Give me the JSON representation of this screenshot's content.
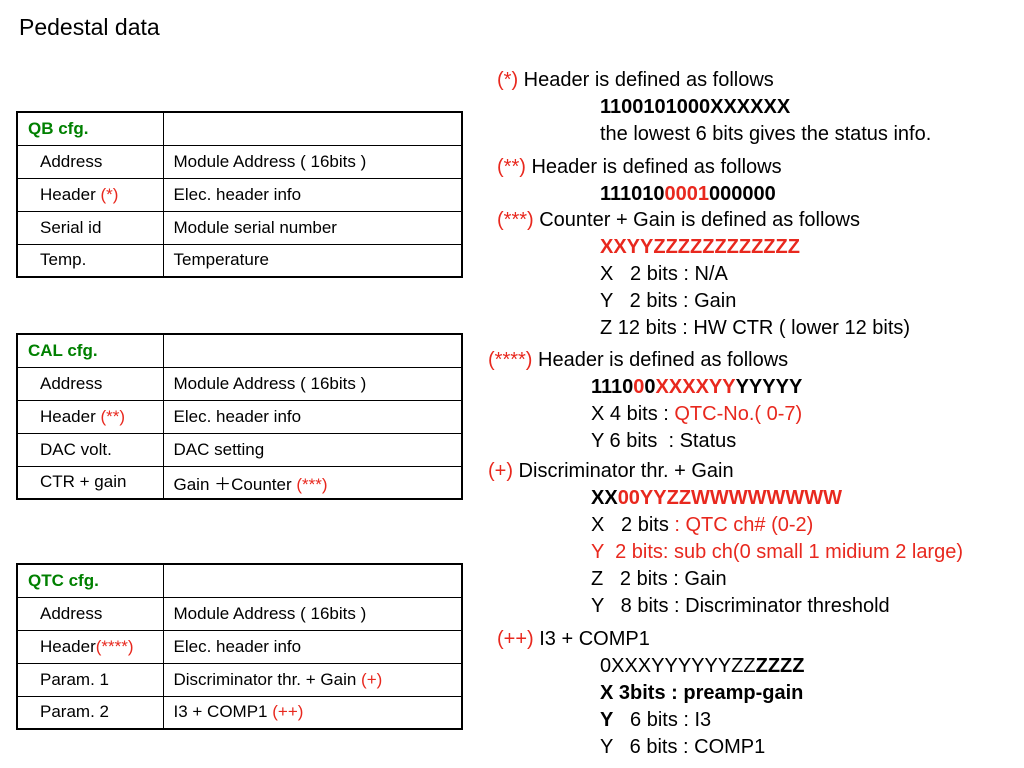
{
  "title": "Pedestal data",
  "tables": {
    "qb": {
      "header": "QB cfg.",
      "rows": [
        {
          "name": "Address",
          "desc": "Module Address ( 16bits )"
        },
        {
          "name": "Header ",
          "name_mark": "(*)",
          "desc": "Elec. header info"
        },
        {
          "name": "Serial id",
          "desc": "Module serial number"
        },
        {
          "name": "Temp.",
          "desc": "Temperature"
        }
      ]
    },
    "cal": {
      "header": "CAL cfg.",
      "rows": [
        {
          "name": "Address",
          "desc": "Module Address ( 16bits )"
        },
        {
          "name": "Header ",
          "name_mark": "(**)",
          "desc": "Elec. header info"
        },
        {
          "name": "DAC volt.",
          "desc": "DAC setting"
        },
        {
          "name": "CTR + gain",
          "desc": "Gain ＋Counter ",
          "desc_mark": "(***)"
        }
      ]
    },
    "qtc": {
      "header": "QTC cfg.",
      "rows": [
        {
          "name": "Header",
          "name_mark": "(****)",
          "desc": "Elec. header info"
        },
        {
          "name": "Param. 1",
          "desc": "Discriminator thr. + Gain  ",
          "desc_mark": "(+)"
        },
        {
          "name": "Param. 2",
          "desc": "I3 + COMP1 ",
          "desc_mark": "(++)"
        }
      ],
      "address_name": "Address",
      "address_desc": "Module Address ( 16bits )"
    }
  },
  "notes": {
    "n1": {
      "mark": "(*)",
      "text": " Header is defined as follows",
      "code": "1100101000XXXXXX",
      "detail": "the lowest 6 bits gives the status info."
    },
    "n2": {
      "mark": "(**)",
      "text": " Header is defined as follows",
      "code_a": "111010",
      "code_b": "0001",
      "code_c": "000000"
    },
    "n3": {
      "mark": "(***)",
      "text": " Counter + Gain is defined as follows",
      "code": "XXYYZZZZZZZZZZZZ",
      "lines": [
        "X   2 bits : N/A",
        "Y   2 bits : Gain",
        "Z 12 bits : HW CTR ( lower 12 bits)"
      ]
    },
    "n4": {
      "mark": "(****)",
      "text": " Header is defined as follows",
      "code_a": "1110",
      "code_b": "0",
      "code_c": "0",
      "code_d": "XXXXYY",
      "code_e": "YYYYY",
      "x_label": "X 4 bits : ",
      "x_value": "QTC-No.( 0-7)",
      "y_line": "Y 6 bits  : Status"
    },
    "n5": {
      "mark": "(+)",
      "text": " Discriminator thr. + Gain",
      "code_a": "XX",
      "code_b": "00YYZZWWWWWWWW",
      "x_label": "X   2 bits ",
      "x_value": ": QTC ch# (0-2)",
      "y_line": "Y  2 bits: sub ch(0 small 1 midium 2 large)",
      "z_line": "Z   2 bits : Gain",
      "y2_line": "Y   8 bits : Discriminator threshold"
    },
    "n6": {
      "mark": "(++)",
      "text": " I3 + COMP1",
      "code_a": "0XXXYYYYYYZZ",
      "code_b": "ZZZZ",
      "x_line": "X 3bits : preamp-gain",
      "y_bold": "Y",
      "y_rest": "   6 bits : I3",
      "y2_line": "Y   6 bits : COMP1"
    }
  },
  "colors": {
    "accent_red": "#e8281e",
    "header_green": "#008000"
  }
}
